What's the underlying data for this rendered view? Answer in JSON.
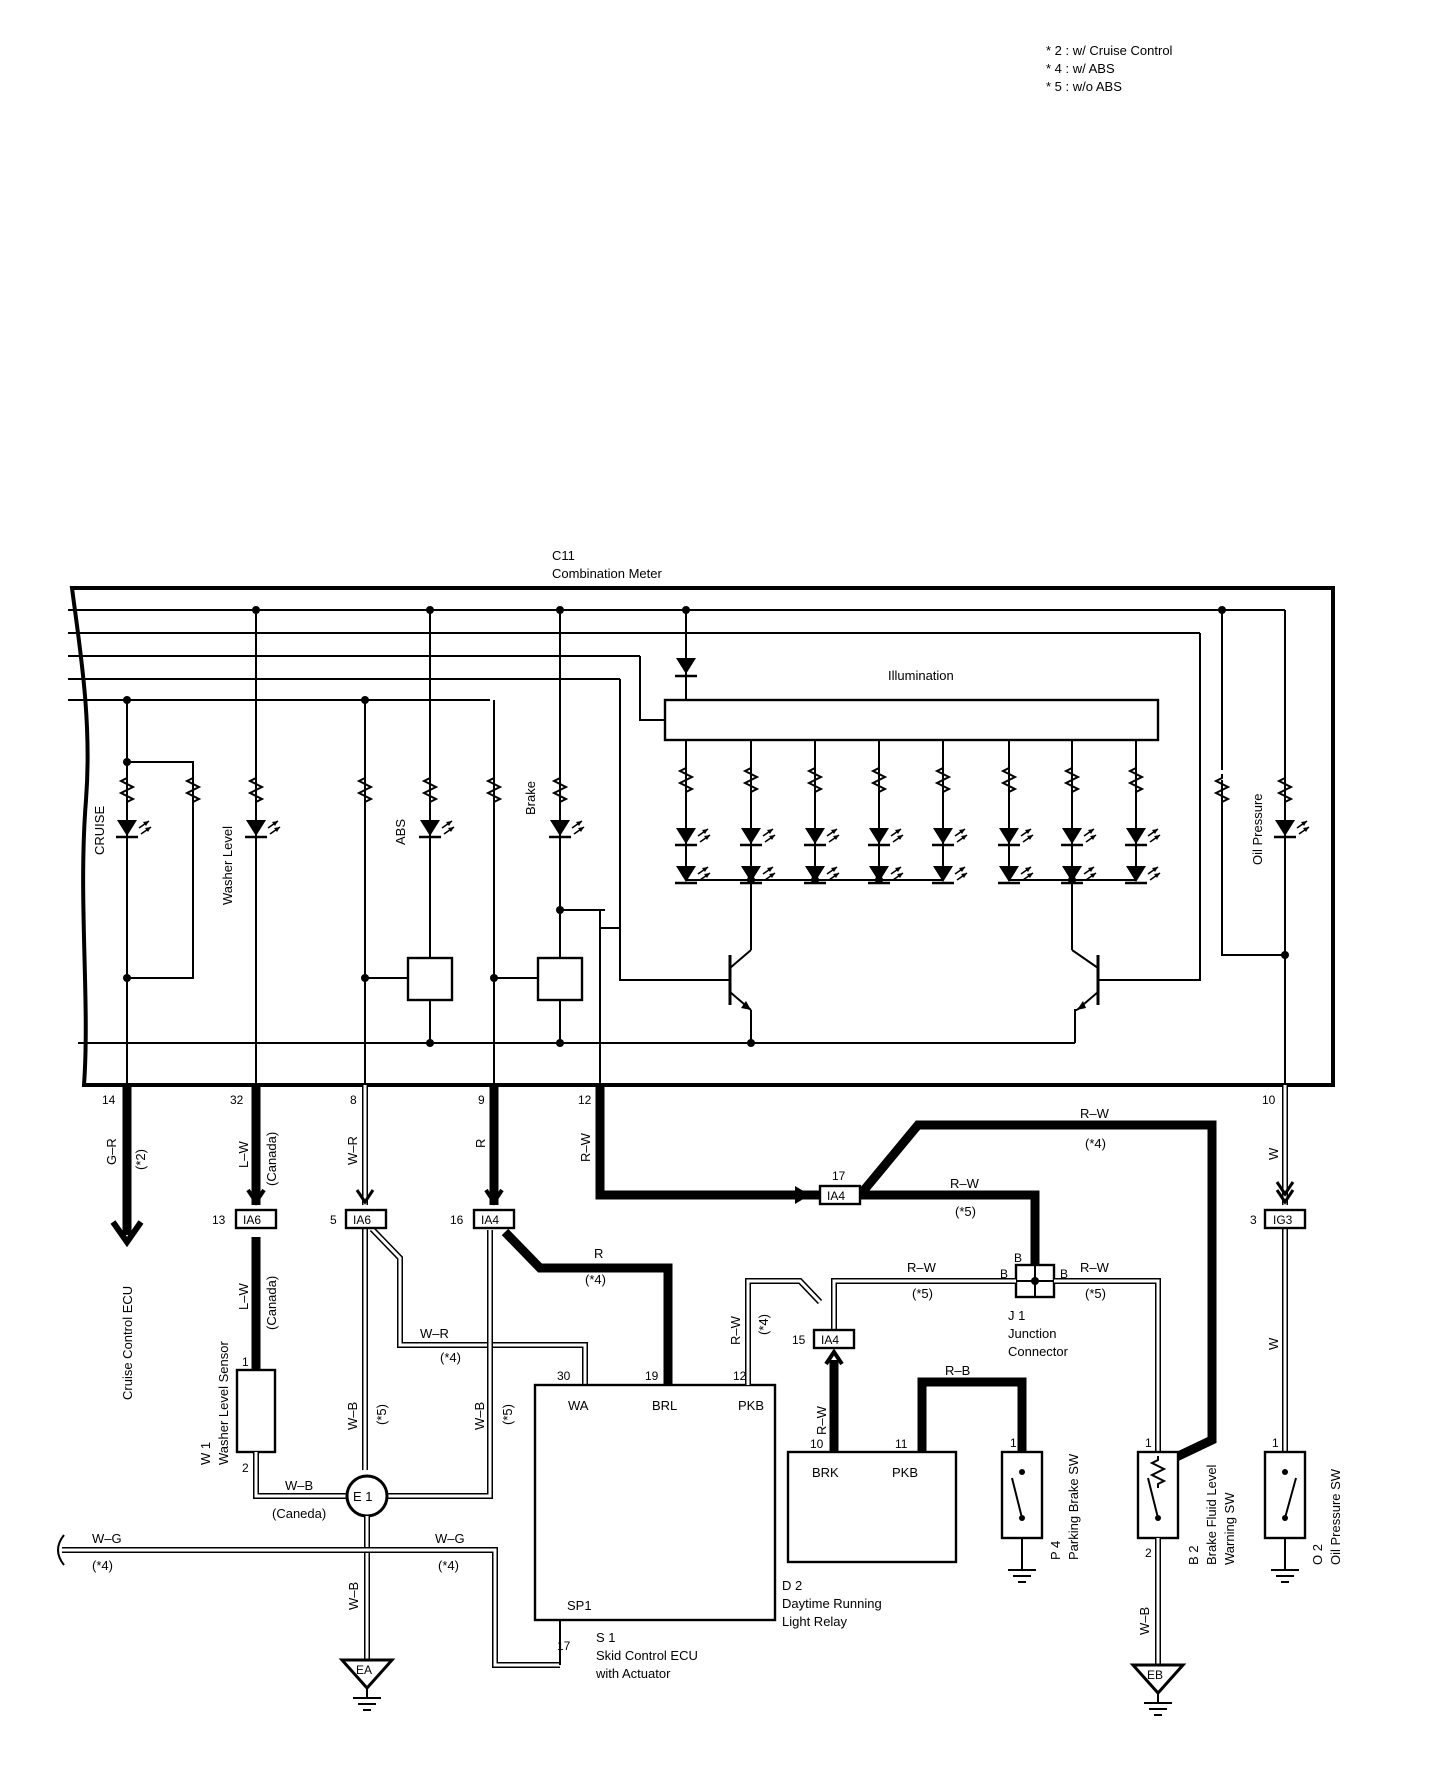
{
  "notes": [
    "* 2 : w/ Cruise Control",
    "* 4 : w/ ABS",
    "* 5 : w/o ABS"
  ],
  "meter": {
    "code": "C11",
    "name": "Combination Meter",
    "illumination": "Illumination"
  },
  "lamps": {
    "cruise": "CRUISE",
    "washer": "Washer Level",
    "abs": "ABS",
    "brake": "Brake",
    "oil": "Oil Pressure"
  },
  "pins": {
    "p14": "14",
    "p32": "32",
    "p8": "8",
    "p9": "9",
    "p12": "12",
    "p10": "10"
  },
  "wires": {
    "gr": "G–R",
    "lw": "L–W",
    "wr": "W–R",
    "r": "R",
    "rw": "R–W",
    "w": "W",
    "wb": "W–B",
    "wg": "W–G",
    "rb": "R–B"
  },
  "conditions": {
    "c2": "(*2)",
    "c4": "(*4)",
    "c5": "(*5)",
    "canada": "(Canada)",
    "caneda": "(Caneda)"
  },
  "connectors": {
    "ia6": "IA6",
    "ia4": "IA4",
    "ig3": "IG3",
    "e1": "E 1",
    "ea": "EA",
    "eb": "EB"
  },
  "connector_pins": {
    "n13": "13",
    "n5": "5",
    "n16": "16",
    "n17": "17",
    "n15": "15",
    "n3": "3",
    "n1": "1",
    "n2": "2",
    "n30": "30",
    "n19": "19",
    "n12b": "12",
    "n10b": "10",
    "n11": "11",
    "nb": "B"
  },
  "cruise_ecu": "Cruise Control ECU",
  "washer_sensor": {
    "code": "W 1",
    "name": "Washer Level Sensor"
  },
  "skid_ecu": {
    "code": "S 1",
    "line1": "Skid Control ECU",
    "line2": "with Actuator",
    "wa": "WA",
    "brl": "BRL",
    "pkb": "PKB",
    "sp1": "SP1",
    "p17": "17"
  },
  "drl_relay": {
    "code": "D 2",
    "line1": "Daytime Running",
    "line2": "Light Relay",
    "brk": "BRK",
    "pkb": "PKB"
  },
  "junction": {
    "code": "J 1",
    "line1": "Junction",
    "line2": "Connector"
  },
  "parking_sw": {
    "code": "P 4",
    "name": "Parking Brake SW"
  },
  "brake_fluid_sw": {
    "code": "B 2",
    "line1": "Brake Fluid Level",
    "line2": "Warning SW"
  },
  "oil_sw": {
    "code": "O 2",
    "name": "Oil Pressure SW"
  }
}
